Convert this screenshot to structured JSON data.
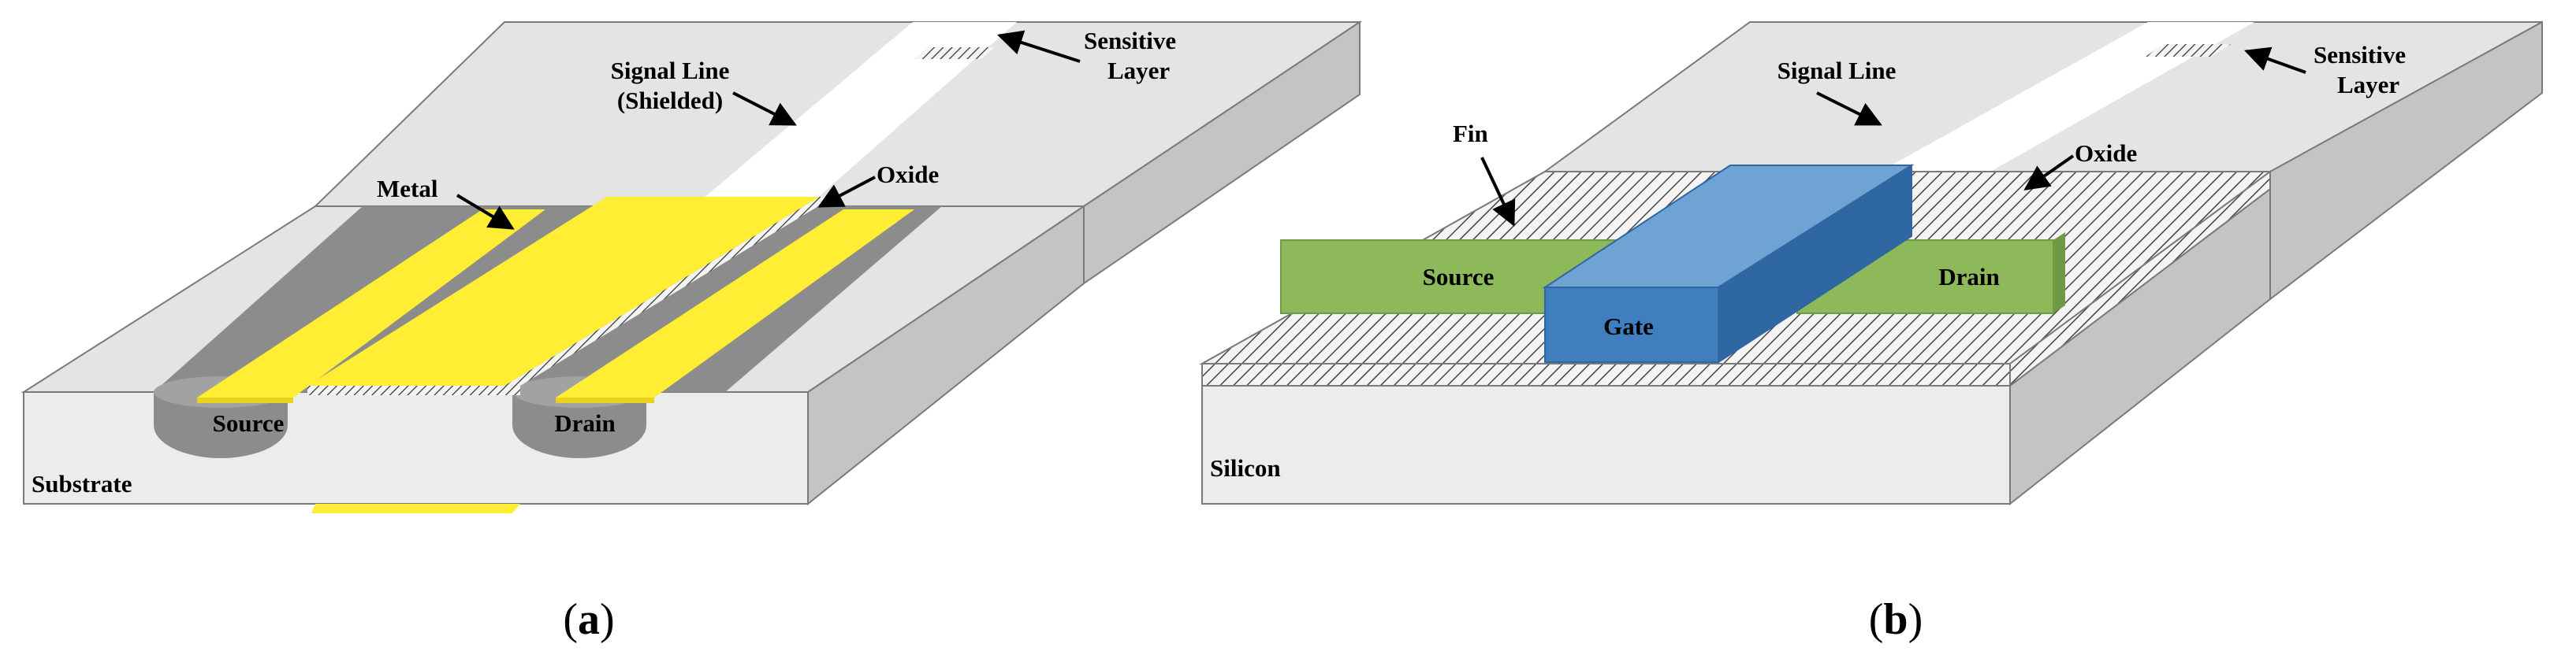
{
  "panels": [
    {
      "id": "a",
      "caption_open": "(",
      "caption_letter": "a",
      "caption_close": ")",
      "labels": {
        "signal_line_1": "Signal Line",
        "signal_line_2": "(Shielded)",
        "sensitive_1": "Sensitive",
        "sensitive_2": "Layer",
        "metal": "Metal",
        "oxide": "Oxide",
        "source": "Source",
        "drain": "Drain",
        "substrate": "Substrate"
      }
    },
    {
      "id": "b",
      "caption_open": "(",
      "caption_letter": "b",
      "caption_close": ")",
      "labels": {
        "signal_line": "Signal Line",
        "sensitive_1": "Sensitive",
        "sensitive_2": "Layer",
        "fin": "Fin",
        "oxide": "Oxide",
        "source": "Source",
        "gate": "Gate",
        "drain": "Drain",
        "silicon": "Silicon"
      }
    }
  ],
  "colors": {
    "top_face": "#e4e4e4",
    "front_face": "#ececec",
    "side_face": "#c4c4c4",
    "outline": "#7a7a7a",
    "metal_yellow": "#ffee33",
    "metal_yellow_dark": "#e8d21c",
    "trench_gray": "#8c8c8c",
    "white_line": "#ffffff",
    "source_drain_green": "#8db95a",
    "source_drain_green_dark": "#6d9a42",
    "gate_blue_top": "#6fa3d4",
    "gate_blue_front": "#3f7fc0",
    "gate_blue_side": "#2f67a3",
    "oxide_hatch": "#333333"
  }
}
